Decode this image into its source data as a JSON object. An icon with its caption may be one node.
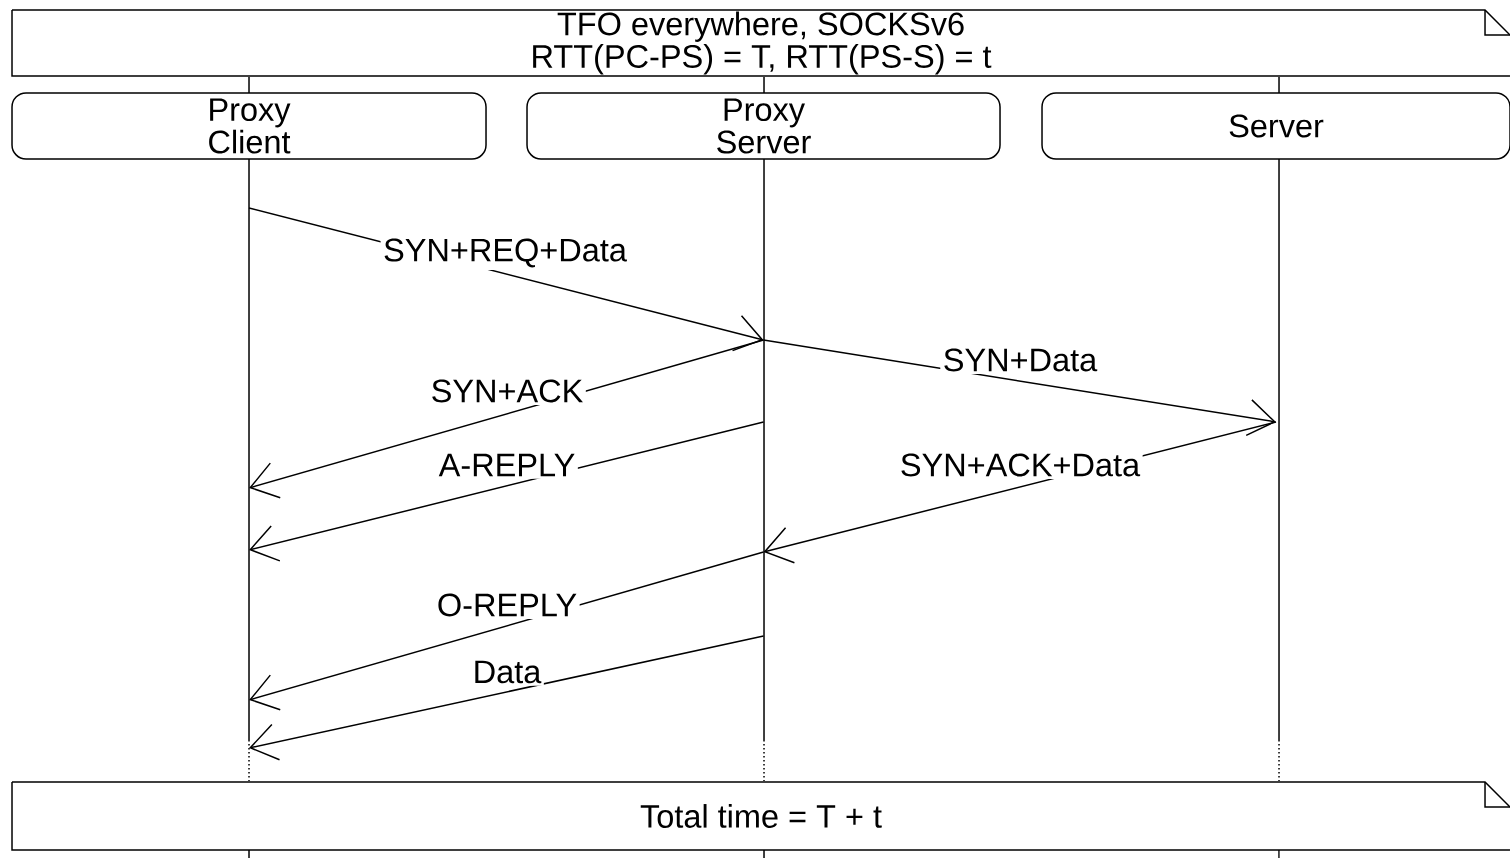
{
  "diagram": {
    "nodes": [
      {
        "text": [
          "TFO everywhere, SOCKSv6",
          "RTT(PC-PS) = T, RTT(PS-S) = t"
        ]
      },
      {
        "text": [
          "Proxy Client"
        ]
      },
      {
        "text": [
          "Proxy Server"
        ]
      },
      {
        "text": [
          "Server"
        ]
      },
      {
        "text": [
          "Total time = T + t"
        ]
      }
    ],
    "edges": [
      {
        "from": 1,
        "to": 2,
        "arrow": "to",
        "label": "SYN+REQ+Data"
      },
      {
        "from": 2,
        "to": 3,
        "arrow": "to",
        "label": "SYN+Data"
      },
      {
        "from": 2,
        "to": 1,
        "arrow": "to",
        "label": "SYN+ACK"
      },
      {
        "from": 2,
        "to": 1,
        "arrow": "to",
        "label": "A-REPLY"
      },
      {
        "from": 3,
        "to": 2,
        "arrow": "to",
        "label": "SYN+ACK+Data"
      },
      {
        "from": 2,
        "to": 1,
        "arrow": "to",
        "label": "O-REPLY"
      },
      {
        "from": 2,
        "to": 1,
        "arrow": "to",
        "label": "Data"
      }
    ]
  }
}
